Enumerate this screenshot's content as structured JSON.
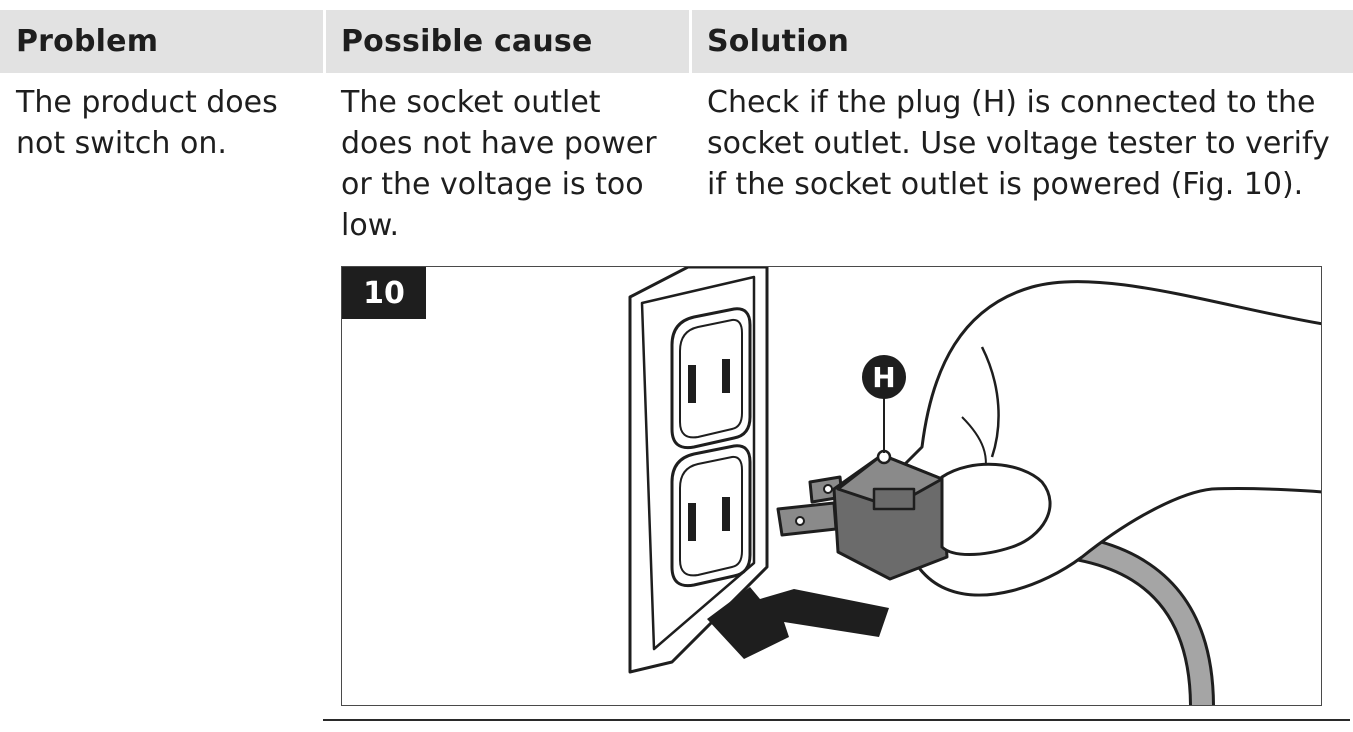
{
  "table": {
    "headers": [
      "Problem",
      "Possible cause",
      "Solution"
    ],
    "row": {
      "problem": "The product does not switch on.",
      "cause": "The socket outlet does not have power or the voltage is too low.",
      "solution": "Check if the plug (H) is connected to the socket outlet. Use voltage tester to verify if the socket outlet is powered (Fig. 10)."
    }
  },
  "figure": {
    "label": "10",
    "callout": "H",
    "colors": {
      "ink": "#1e1e1e",
      "plug": "#6b6b6b",
      "plug_light": "#8a8a8a",
      "cord": "#a5a5a5",
      "plate": "#ffffff"
    }
  }
}
